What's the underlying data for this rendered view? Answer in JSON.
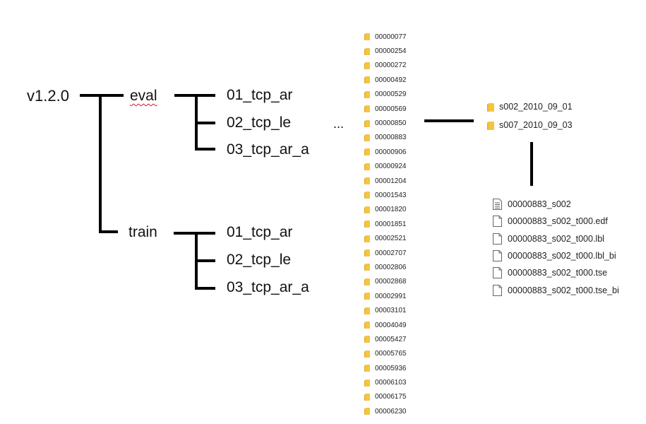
{
  "tree": {
    "root": "v1.2.0",
    "eval": {
      "label": "eval",
      "children": [
        "01_tcp_ar",
        "02_tcp_le",
        "03_tcp_ar_a"
      ]
    },
    "train": {
      "label": "train",
      "children": [
        "01_tcp_ar",
        "02_tcp_le",
        "03_tcp_ar_a"
      ]
    },
    "ellipsis": "..."
  },
  "patients": [
    "00000077",
    "00000254",
    "00000272",
    "00000492",
    "00000529",
    "00000569",
    "00000850",
    "00000883",
    "00000906",
    "00000924",
    "00001204",
    "00001543",
    "00001820",
    "00001851",
    "00002521",
    "00002707",
    "00002806",
    "00002868",
    "00002991",
    "00003101",
    "00004049",
    "00005427",
    "00005765",
    "00005936",
    "00006103",
    "00006175",
    "00006230"
  ],
  "sessions": [
    "s002_2010_09_01",
    "s007_2010_09_03"
  ],
  "files": [
    {
      "name": "00000883_s002",
      "icon": "text-file-icon"
    },
    {
      "name": "00000883_s002_t000.edf",
      "icon": "file-icon"
    },
    {
      "name": "00000883_s002_t000.lbl",
      "icon": "file-icon"
    },
    {
      "name": "00000883_s002_t000.lbl_bi",
      "icon": "file-icon"
    },
    {
      "name": "00000883_s002_t000.tse",
      "icon": "file-icon"
    },
    {
      "name": "00000883_s002_t000.tse_bi",
      "icon": "file-icon"
    }
  ],
  "colors": {
    "folder": "#f5c542",
    "folder_dark": "#e0a91a",
    "squiggle": "#d21a1a"
  }
}
